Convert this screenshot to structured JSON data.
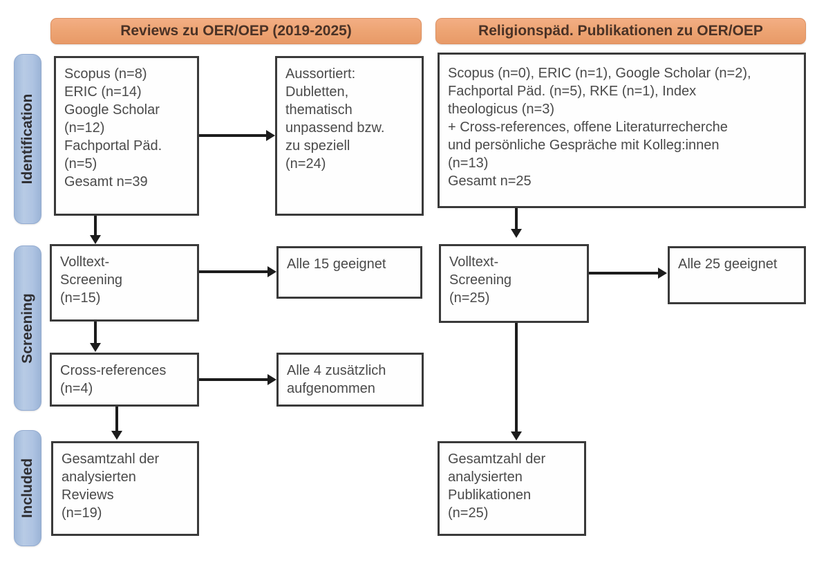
{
  "stages": [
    {
      "label": "Identification"
    },
    {
      "label": "Screening"
    },
    {
      "label": "Included"
    }
  ],
  "columns": [
    {
      "header": "Reviews zu OER/OEP (2019-2025)"
    },
    {
      "header": "Religionspäd. Publikationen zu OER/OEP"
    }
  ],
  "boxes": {
    "left_identification": "Scopus (n=8)\nERIC (n=14)\nGoogle Scholar\n(n=12)\nFachportal Päd.\n(n=5)\nGesamt n=39",
    "left_excluded": "Aussortiert:\nDubletten,\nthematisch\nunpassend bzw.\nzu speziell\n(n=24)",
    "left_screening": "Volltext-\nScreening\n(n=15)",
    "left_screening_result": "Alle 15 geeignet",
    "left_crossrefs": "Cross-references\n(n=4)",
    "left_crossrefs_result": "Alle 4 zusätzlich\naufgenommen",
    "left_included": "Gesamtzahl der\nanalysierten\nReviews\n(n=19)",
    "right_identification": "Scopus (n=0), ERIC (n=1), Google Scholar (n=2),\nFachportal Päd. (n=5), RKE (n=1), Index\ntheologicus (n=3)\n+ Cross-references, offene Literaturrecherche\nund persönliche Gespräche mit Kolleg:innen\n(n=13)\nGesamt n=25",
    "right_screening": "Volltext-\nScreening\n(n=25)",
    "right_screening_result": "Alle 25 geeignet",
    "right_included": "Gesamtzahl der\nanalysierten\nPublikationen\n(n=25)"
  },
  "colors": {
    "header_orange": "#eda473",
    "stage_blue": "#aec3e2",
    "box_border": "#3a3a3a",
    "connector": "#1c1c1c",
    "text": "#4a4a4a",
    "background": "#ffffff"
  }
}
